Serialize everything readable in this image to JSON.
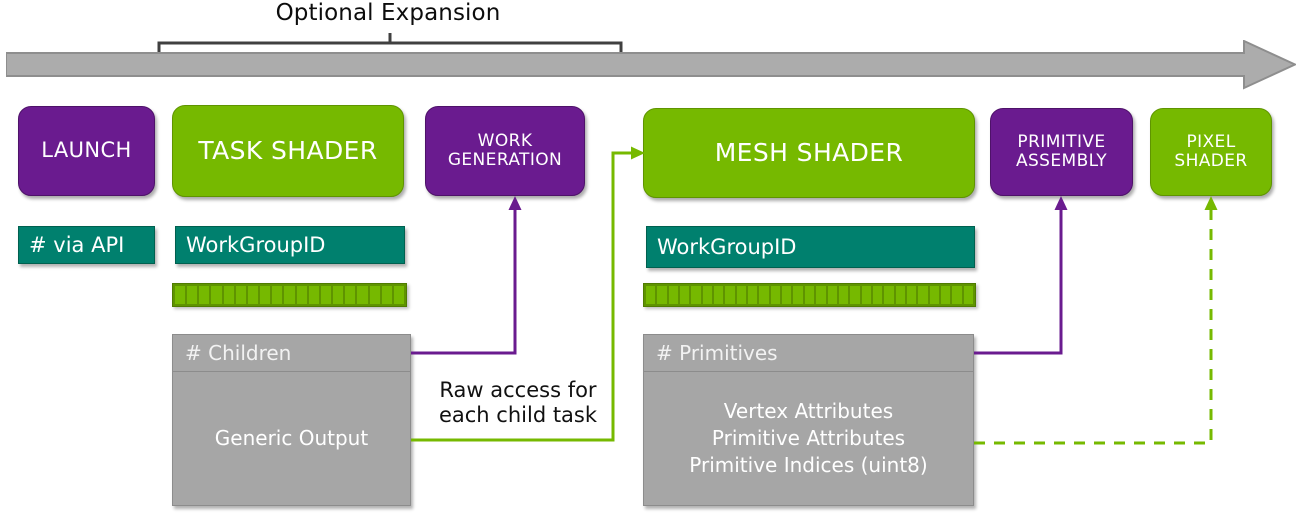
{
  "diagram": {
    "title_label": "Optional Expansion",
    "colors": {
      "nvidia_green": "#76b900",
      "purple": "#6a1b8f",
      "teal": "#00806e",
      "gray_block": "#a6a6a6",
      "timeline_gray": "#a6a6a6",
      "text_black": "#0d0d0d"
    },
    "timeline": {
      "name": "pipeline-flow-arrow",
      "direction": "left-to-right"
    },
    "bracket": {
      "label": "Optional Expansion",
      "spans_stages": [
        "TASK SHADER",
        "WORK GENERATION"
      ]
    },
    "stages": [
      {
        "id": "launch",
        "label": "LAUNCH",
        "kind": "purple",
        "size": "md"
      },
      {
        "id": "task-shader",
        "label": "TASK SHADER",
        "kind": "green",
        "size": "lg"
      },
      {
        "id": "work-generation",
        "label": "WORK\nGENERATION",
        "kind": "purple",
        "size": "sm"
      },
      {
        "id": "mesh-shader",
        "label": "MESH SHADER",
        "kind": "green",
        "size": "lg"
      },
      {
        "id": "primitive-assembly",
        "label": "PRIMITIVE\nASSEMBLY",
        "kind": "purple",
        "size": "sm"
      },
      {
        "id": "pixel-shader",
        "label": "PIXEL\nSHADER",
        "kind": "green",
        "size": "sm"
      }
    ],
    "inputs": [
      {
        "id": "launch-input",
        "label": "# via API",
        "under": "launch"
      },
      {
        "id": "task-workgroupid",
        "label": "WorkGroupID",
        "under": "task-shader"
      },
      {
        "id": "mesh-workgroupid",
        "label": "WorkGroupID",
        "under": "mesh-shader"
      }
    ],
    "lane_bars": [
      {
        "id": "task-lanes",
        "under": "task-shader",
        "segments": 19
      },
      {
        "id": "mesh-lanes",
        "under": "mesh-shader",
        "segments": 29
      }
    ],
    "outputs": [
      {
        "id": "task-output",
        "under": "task-shader",
        "header": "# Children",
        "body": "Generic Output"
      },
      {
        "id": "mesh-output",
        "under": "mesh-shader",
        "header": "# Primitives",
        "body": "Vertex Attributes\nPrimitive Attributes\nPrimitive Indices (uint8)"
      }
    ],
    "annotations": [
      {
        "id": "raw-access-note",
        "text": "Raw access for\neach child task"
      }
    ],
    "connectors": [
      {
        "id": "children-to-work-generation",
        "from": "task-output.header",
        "to": "work-generation",
        "style": "solid",
        "color": "#6a1b8f"
      },
      {
        "id": "generic-output-to-mesh",
        "from": "task-output.body",
        "to": "mesh-shader",
        "style": "solid",
        "color": "#76b900"
      },
      {
        "id": "primitives-to-assembly",
        "from": "mesh-output.header",
        "to": "primitive-assembly",
        "style": "solid",
        "color": "#6a1b8f"
      },
      {
        "id": "attributes-to-pixel-shader",
        "from": "mesh-output.body",
        "to": "pixel-shader",
        "style": "dashed",
        "color": "#76b900"
      }
    ]
  }
}
